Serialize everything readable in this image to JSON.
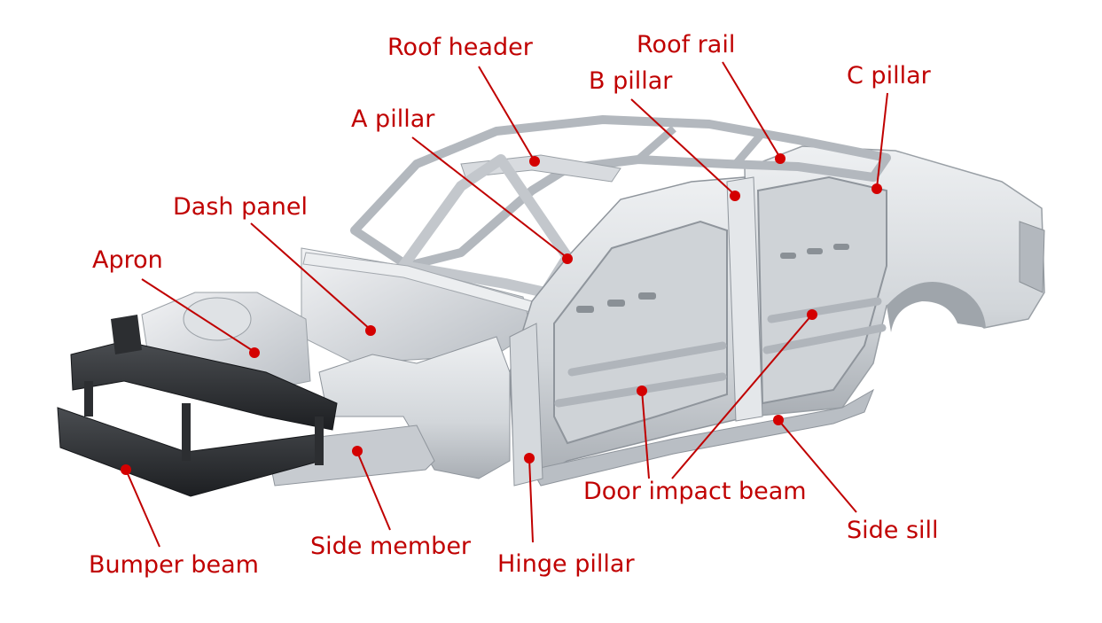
{
  "diagram": {
    "labels": {
      "roof_header": "Roof header",
      "roof_rail": "Roof rail",
      "b_pillar": "B pillar",
      "c_pillar": "C pillar",
      "a_pillar": "A pillar",
      "dash_panel": "Dash panel",
      "apron": "Apron",
      "door_impact_beam": "Door impact beam",
      "side_sill": "Side sill",
      "side_member": "Side member",
      "hinge_pillar": "Hinge pillar",
      "bumper_beam": "Bumper beam"
    },
    "colors": {
      "label_text": "#c00000",
      "leader_line": "#c00000",
      "marker_dot": "#d40000",
      "body_metal_light": "#e8eaec",
      "body_metal_mid": "#c6cacf",
      "body_metal_dark": "#8f959c",
      "bumper_black": "#2c2e31"
    }
  }
}
